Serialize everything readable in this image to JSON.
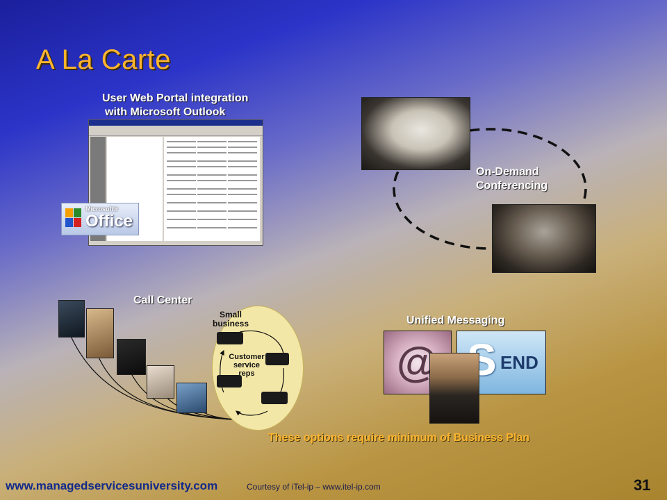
{
  "slide": {
    "title": "A La Carte",
    "outlook_label_line1": "User Web Portal integration",
    "outlook_label_line2": "with Microsoft Outlook",
    "office_logo_small": "Microsoft®",
    "office_logo_big": "Office",
    "conferencing_label_line1": "On-Demand",
    "conferencing_label_line2": "Conferencing",
    "call_center_label": "Call Center",
    "small_business_line1": "Small",
    "small_business_line2": "business",
    "reps_line1": "Customer",
    "reps_line2": "service",
    "reps_line3": "reps",
    "unified_messaging_label": "Unified Messaging",
    "send_text": "S",
    "send_text_small": "END",
    "notice": "These options require minimum of Business Plan",
    "footer_url": "www.managedservicesuniversity.com",
    "courtesy": "Courtesy of iTel-ip – www.itel-ip.com",
    "page_number": "31"
  },
  "colors": {
    "title": "#ffb52e",
    "notice": "#ffb52e",
    "footer_url": "#122a8a"
  }
}
